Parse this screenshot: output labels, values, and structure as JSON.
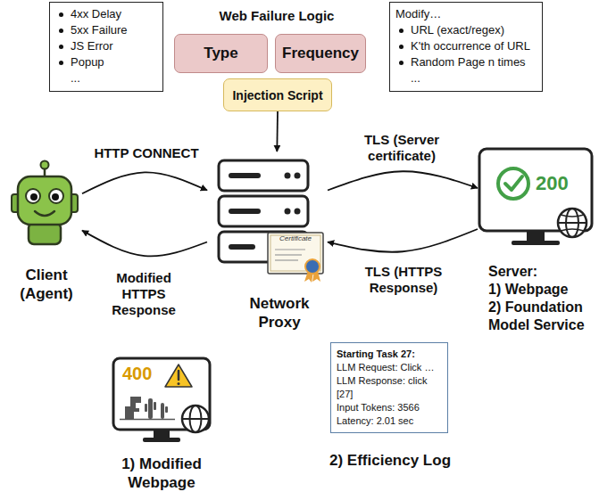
{
  "diagram": {
    "title": "Web Failure Logic",
    "nodes": [
      {
        "text": [
          "4xx Delay",
          "5xx Failure",
          "JS Error",
          "Popup",
          "..."
        ]
      },
      {
        "text": [
          "Type"
        ]
      },
      {
        "text": [
          "Frequency"
        ]
      },
      {
        "text": [
          "Injection Script"
        ]
      },
      {
        "text": [
          "Modify…",
          "URL (exact/regex)",
          "K'th occurrence of URL",
          "Random Page n times",
          "..."
        ]
      },
      {
        "text": [
          "Client (Agent)"
        ]
      },
      {
        "text": [
          "Network Proxy"
        ]
      },
      {
        "text": [
          "Server:",
          "1) Webpage",
          "2) Foundation Model Service"
        ]
      },
      {
        "text": [
          "1) Modified Webpage"
        ]
      },
      {
        "text": [
          "Starting Task 27:",
          "LLM Request: Click …",
          "LLM Response: click [27]",
          "Input Tokens: 3566",
          "Latency: 2.01 sec",
          "2) Efficiency Log"
        ]
      }
    ],
    "edges": [
      {
        "from": 3,
        "to": 6,
        "arrow": "to"
      },
      {
        "from": 5,
        "to": 6,
        "label": "HTTP CONNECT",
        "arrow": "to"
      },
      {
        "from": 6,
        "to": 5,
        "label": "Modified HTTPS Response",
        "arrow": "to"
      },
      {
        "from": 6,
        "to": 7,
        "label": "TLS (Server certificate)",
        "arrow": "to"
      },
      {
        "from": 7,
        "to": 6,
        "label": "TLS (HTTPS Response)",
        "arrow": "to"
      }
    ],
    "labels": [
      "200",
      "Certificate",
      "400"
    ]
  }
}
